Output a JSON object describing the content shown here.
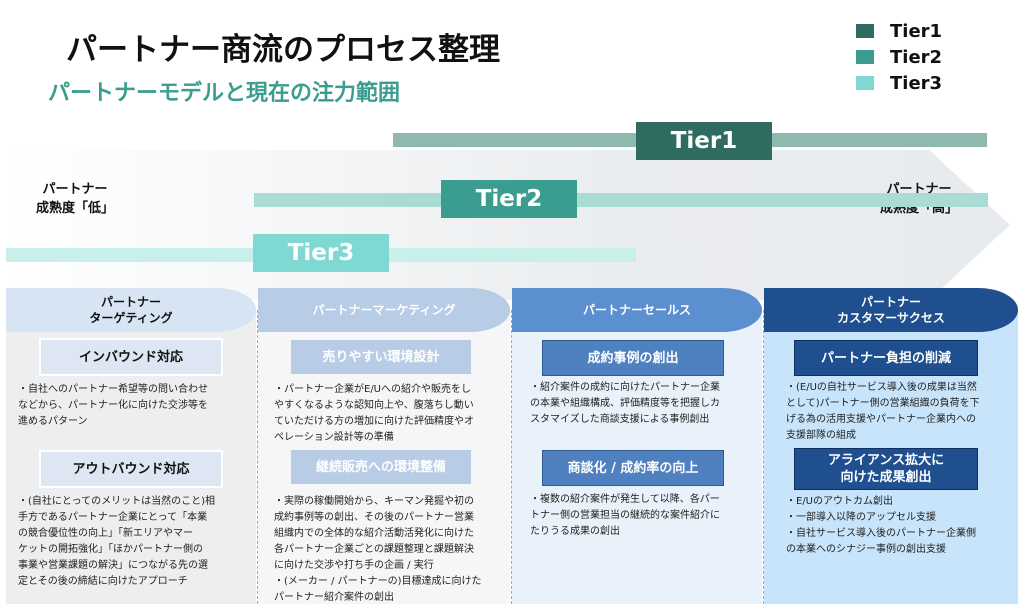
{
  "title": "パートナー商流のプロセス整理",
  "subtitle": "パートナーモデルと現在の注力範囲",
  "legend": [
    {
      "label": "Tier1",
      "color": "#2f6b60"
    },
    {
      "label": "Tier2",
      "color": "#3a9d8f"
    },
    {
      "label": "Tier3",
      "color": "#7fd8d2"
    }
  ],
  "maturity": {
    "low": [
      "パートナー",
      "成熟度「低」"
    ],
    "high": [
      "パートナー",
      "成熟度「高」"
    ]
  },
  "tiers": [
    {
      "label": "Tier1",
      "color": "#2f6b60",
      "line_color": "#8fb8ae"
    },
    {
      "label": "Tier2",
      "color": "#3a9d8f",
      "line_color": "#a8dcd4"
    },
    {
      "label": "Tier3",
      "color": "#7fd8d2",
      "line_color": "#c9efeb"
    }
  ],
  "columns": [
    {
      "header": [
        "パートナー",
        "ターゲティング"
      ],
      "items": [
        {
          "title": [
            "インバウンド対応"
          ],
          "desc": [
            "・自社へのパートナー希望等の問い合わせ",
            "などから、パートナー化に向けた交渉等を",
            "進めるパターン"
          ]
        },
        {
          "title": [
            "アウトバウンド対応"
          ],
          "desc": [
            "・(自社にとってのメリットは当然のこと)相",
            "手方であるパートナー企業にとって「本業",
            "の競合優位性の向上」「新エリアやマー",
            "ケットの開拓強化」「ほかパートナー側の",
            "事業や営業課題の解決」につながる先の選",
            "定とその後の締結に向けたアプローチ"
          ]
        }
      ]
    },
    {
      "header": [
        "パートナーマーケティング"
      ],
      "items": [
        {
          "title": [
            "売りやすい環境設計"
          ],
          "desc": [
            "・パートナー企業がE/Uへの紹介や販売をし",
            "やすくなるような認知向上や、腹落ちし動い",
            "ていただける方の増加に向けた評価精度やオ",
            "ペレーション設計等の準備"
          ]
        },
        {
          "title": [
            "継続販売への環境整備"
          ],
          "desc": [
            "・実際の稼働開始から、キーマン発掘や初の",
            "成約事例等の創出、その後のパートナー営業",
            "組織内での全体的な紹介活動活発化に向けた",
            "各パートナー企業ごとの課題整理と課題解決",
            "に向けた交渉や打ち手の企画 / 実行",
            "・(メーカー / パートナーの)目標達成に向けた",
            "パートナー紹介案件の創出"
          ]
        }
      ]
    },
    {
      "header": [
        "パートナーセールス"
      ],
      "items": [
        {
          "title": [
            "成約事例の創出"
          ],
          "desc": [
            "・紹介案件の成約に向けたパートナー企業",
            "の本業や組織構成、評価精度等を把握しカ",
            "スタマイズした商談支援による事例創出"
          ]
        },
        {
          "title": [
            "商談化 / 成約率の向上"
          ],
          "desc": [
            "・複数の紹介案件が発生して以降、各パー",
            "トナー側の営業担当の継続的な案件紹介に",
            "たりうる成果の創出"
          ]
        }
      ]
    },
    {
      "header": [
        "パートナー",
        "カスタマーサクセス"
      ],
      "items": [
        {
          "title": [
            "パートナー負担の削減"
          ],
          "desc": [
            "・(E/Uの自社サービス導入後の成果は当然",
            "として)パートナー側の営業組織の負荷を下",
            "げる為の活用支援やパートナー企業内への",
            "支援部隊の組成"
          ]
        },
        {
          "title": [
            "アライアンス拡大に",
            "向けた成果創出"
          ],
          "desc": [
            "・E/Uのアウトカム創出",
            "・一部導入以降のアップセル支援",
            "・自社サービス導入後のパートナー企業側",
            "の本業へのシナジー事例の創出支援"
          ]
        }
      ]
    }
  ]
}
